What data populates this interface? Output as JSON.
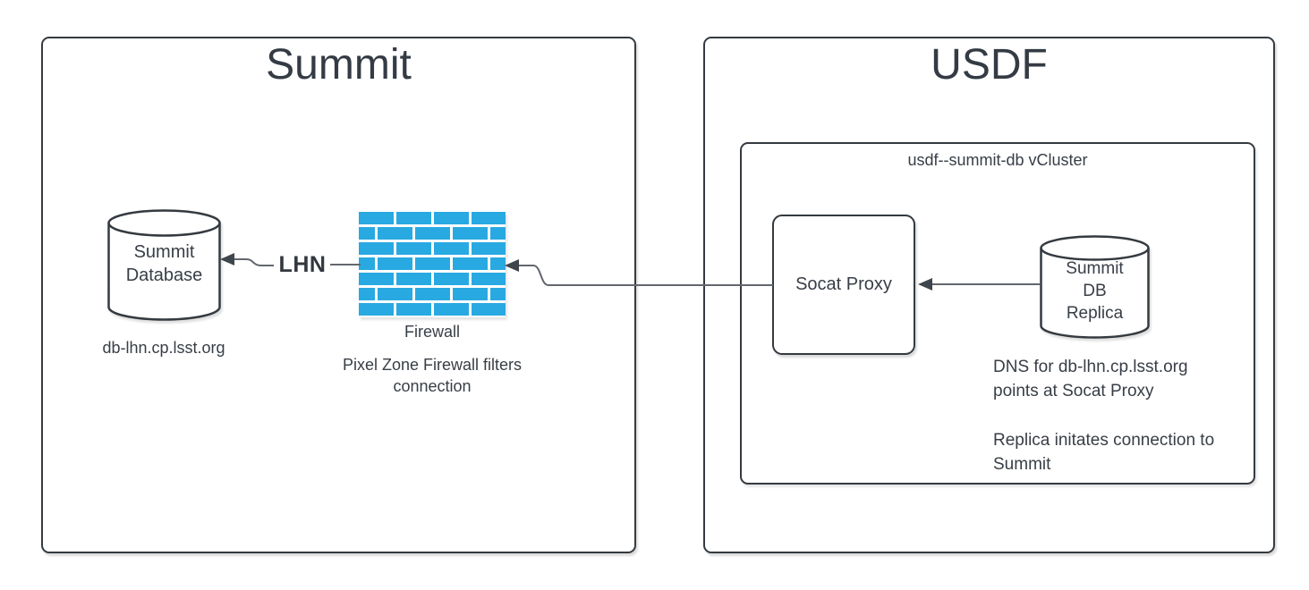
{
  "summit": {
    "title": "Summit",
    "database_label": "Summit\nDatabase",
    "database_caption": "db-lhn.cp.lsst.org",
    "lhn_label": "LHN",
    "firewall_label": "Firewall",
    "firewall_note": "Pixel Zone Firewall filters\nconnection"
  },
  "usdf": {
    "title": "USDF",
    "vcluster_label": "usdf--summit-db vCluster",
    "socat_label": "Socat Proxy",
    "replica_label": "Summit\nDB\nReplica",
    "dns_note": "DNS for db-lhn.cp.lsst.org\npoints at Socat Proxy",
    "replica_note": "Replica initates connection to\nSummit"
  },
  "icons": {
    "firewall": "firewall-brick-wall-icon",
    "summit_database": "database-cylinder-icon",
    "summit_db_replica": "database-cylinder-icon"
  },
  "colors": {
    "brick_blue": "#29a9e1",
    "shape_border": "#343a40",
    "text": "#383e46",
    "connector_line": "#63676d",
    "arrowhead": "#3f454c",
    "background": "#ffffff"
  }
}
